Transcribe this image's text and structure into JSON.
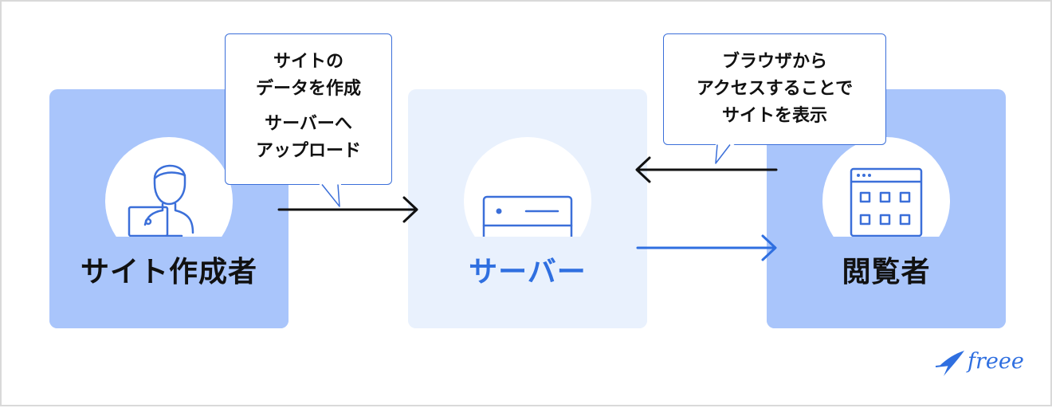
{
  "creator": {
    "label": "サイト作成者",
    "icon": "person-laptop-icon"
  },
  "server": {
    "label": "サーバー",
    "icon": "server-rack-icon"
  },
  "viewer": {
    "label": "閲覧者",
    "icon": "browser-window-icon"
  },
  "bubble_left": {
    "line1": "サイトの",
    "line2": "データを作成",
    "line3": "サーバーへ",
    "line4": "アップロード"
  },
  "bubble_right": {
    "line1": "ブラウザから",
    "line2": "アクセスすることで",
    "line3": "サイトを表示"
  },
  "logo": {
    "text": "freee",
    "icon": "freee-bird-icon"
  },
  "colors": {
    "panel_blue": "#a9c5fb",
    "panel_light": "#e9f1fd",
    "accent": "#2f6fe0",
    "arrow_dark": "#111111"
  }
}
